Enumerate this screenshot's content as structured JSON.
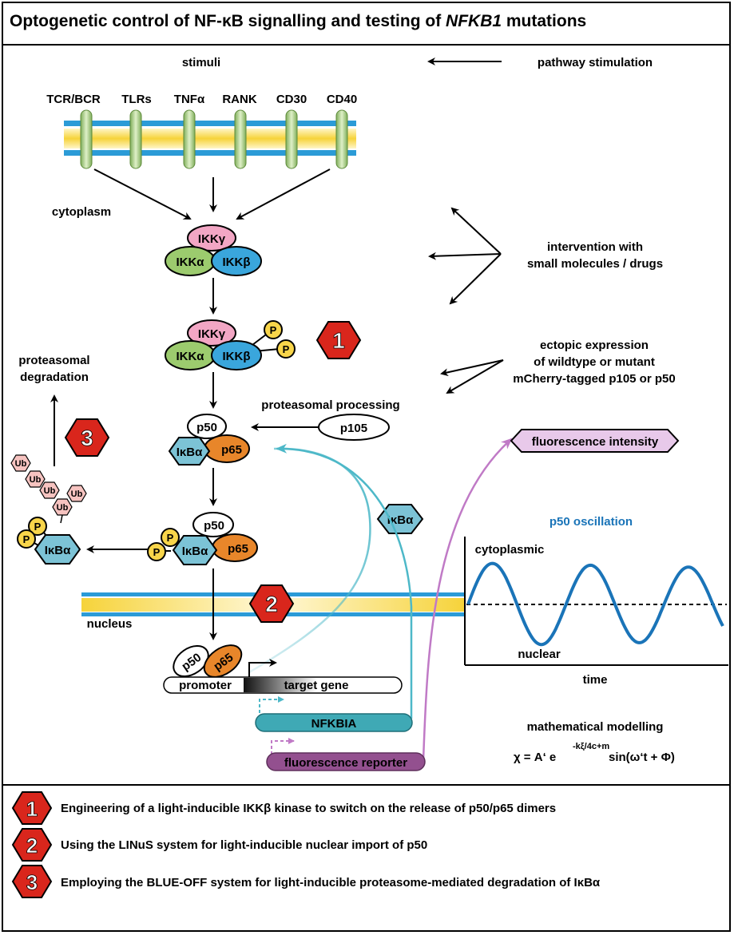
{
  "title": {
    "prefix": "Optogenetic control of NF-κB signalling and testing of ",
    "italic": "NFKB1",
    "suffix": " mutations"
  },
  "top": {
    "stimuli": "stimuli",
    "pathway_stimulation": "pathway stimulation",
    "receptors": [
      "TCR/BCR",
      "TLRs",
      "TNFα",
      "RANK",
      "CD30",
      "CD40"
    ],
    "cytoplasm": "cytoplasm"
  },
  "ikk": {
    "gamma": "IKKγ",
    "alpha": "IKKα",
    "beta": "IKKβ",
    "phospho": "P"
  },
  "right_notes": {
    "intervention_1": "intervention with",
    "intervention_2": "small molecules / drugs",
    "ectopic_1": "ectopic expression",
    "ectopic_2": "of wildtype or mutant",
    "ectopic_3": "mCherry-tagged p105 or p50"
  },
  "proteins": {
    "p50": "p50",
    "p65": "p65",
    "p105": "p105",
    "ikba": "IκBα",
    "ub": "Ub"
  },
  "labels": {
    "proteasomal_processing": "proteasomal processing",
    "proteasomal_degradation_1": "proteasomal",
    "proteasomal_degradation_2": "degradation",
    "nucleus": "nucleus",
    "fluorescence_intensity": "fluorescence intensity",
    "p50_oscillation": "p50 oscillation",
    "cytoplasmic": "cytoplasmic",
    "nuclear": "nuclear",
    "time": "time",
    "promoter": "promoter",
    "target_gene": "target gene",
    "nfkbia": "NFKBIA",
    "fluorescence_reporter": "fluorescence reporter",
    "mathematical_modelling": "mathematical modelling",
    "formula_left": "χ = A‘ e",
    "formula_exp": "-kξ/4c+m",
    "formula_right": "sin(ω‘t + Φ)"
  },
  "steps": [
    {
      "num": "1",
      "text": "Engineering of a light-inducible IKKβ kinase to switch on the release of p50/p65 dimers"
    },
    {
      "num": "2",
      "text": "Using the LINuS system for light-inducible nuclear import of p50"
    },
    {
      "num": "3",
      "text": "Employing the BLUE-OFF system for light-inducible proteasome-mediated degradation of IκBα"
    }
  ],
  "colors": {
    "membrane_blue": "#2b9bd7",
    "membrane_yellow": "#f6d33a",
    "ikk_gamma": "#f2a6c4",
    "ikk_alpha": "#9ccb6e",
    "ikk_beta": "#3aa6dc",
    "p65": "#e8862a",
    "ikba": "#7cc3d6",
    "phospho": "#f8d54a",
    "badge_red": "#d9261c",
    "teal_arrow": "#4db8c8",
    "purple_arrow": "#c07ac6",
    "oscillation": "#1a74b8",
    "nfkbia_bar": "#3fa9b5",
    "reporter_bar": "#93508f"
  }
}
